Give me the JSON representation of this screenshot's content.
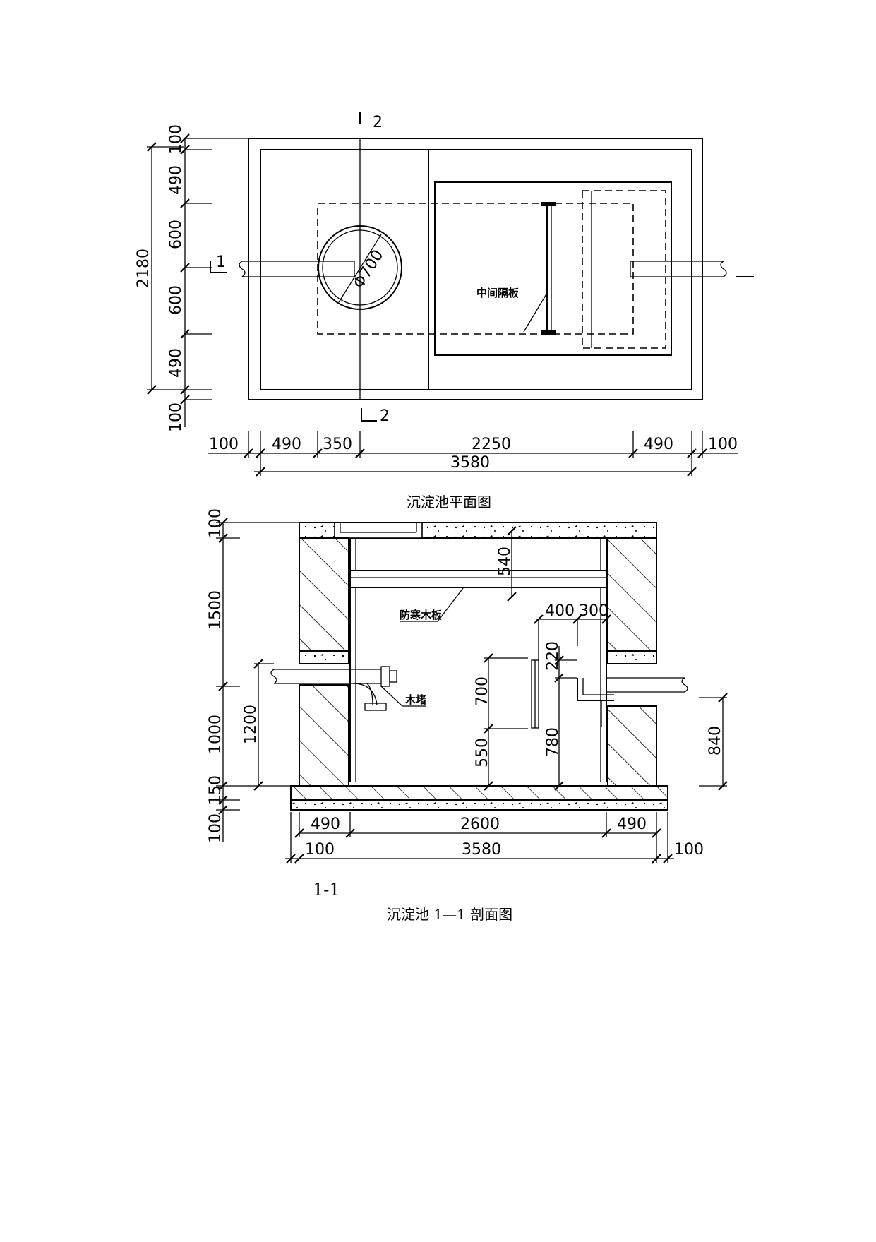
{
  "plan": {
    "caption": "沉淀池平面图",
    "section_marks": {
      "mark_1_left": "1",
      "mark_2_top": "2",
      "mark_2_bottom": "2"
    },
    "left_dims": [
      "100",
      "490",
      "600",
      "600",
      "490",
      "100"
    ],
    "left_total": "2180",
    "bottom_dims": [
      "100",
      "490",
      "350",
      "2250",
      "490",
      "100"
    ],
    "bottom_total": "3580",
    "manhole_label": "Φ700",
    "partition_label": "中间隔板"
  },
  "section": {
    "caption": "沉淀池 1—1 剖面图",
    "section_label": "1-1",
    "left_dims": [
      "100",
      "1500",
      "1000",
      "150",
      "100"
    ],
    "pipe_dim": "1200",
    "top_dim": "540",
    "baffle_label": "防寒木板",
    "plug_label": "木堵",
    "right_top_dims": [
      "400",
      "300"
    ],
    "inner_dims": [
      "220",
      "700",
      "550",
      "780"
    ],
    "right_dim": "840",
    "bottom_dims_upper": [
      "490",
      "2600",
      "490"
    ],
    "bottom_dims_lower": [
      "100",
      "3580",
      "100"
    ]
  }
}
